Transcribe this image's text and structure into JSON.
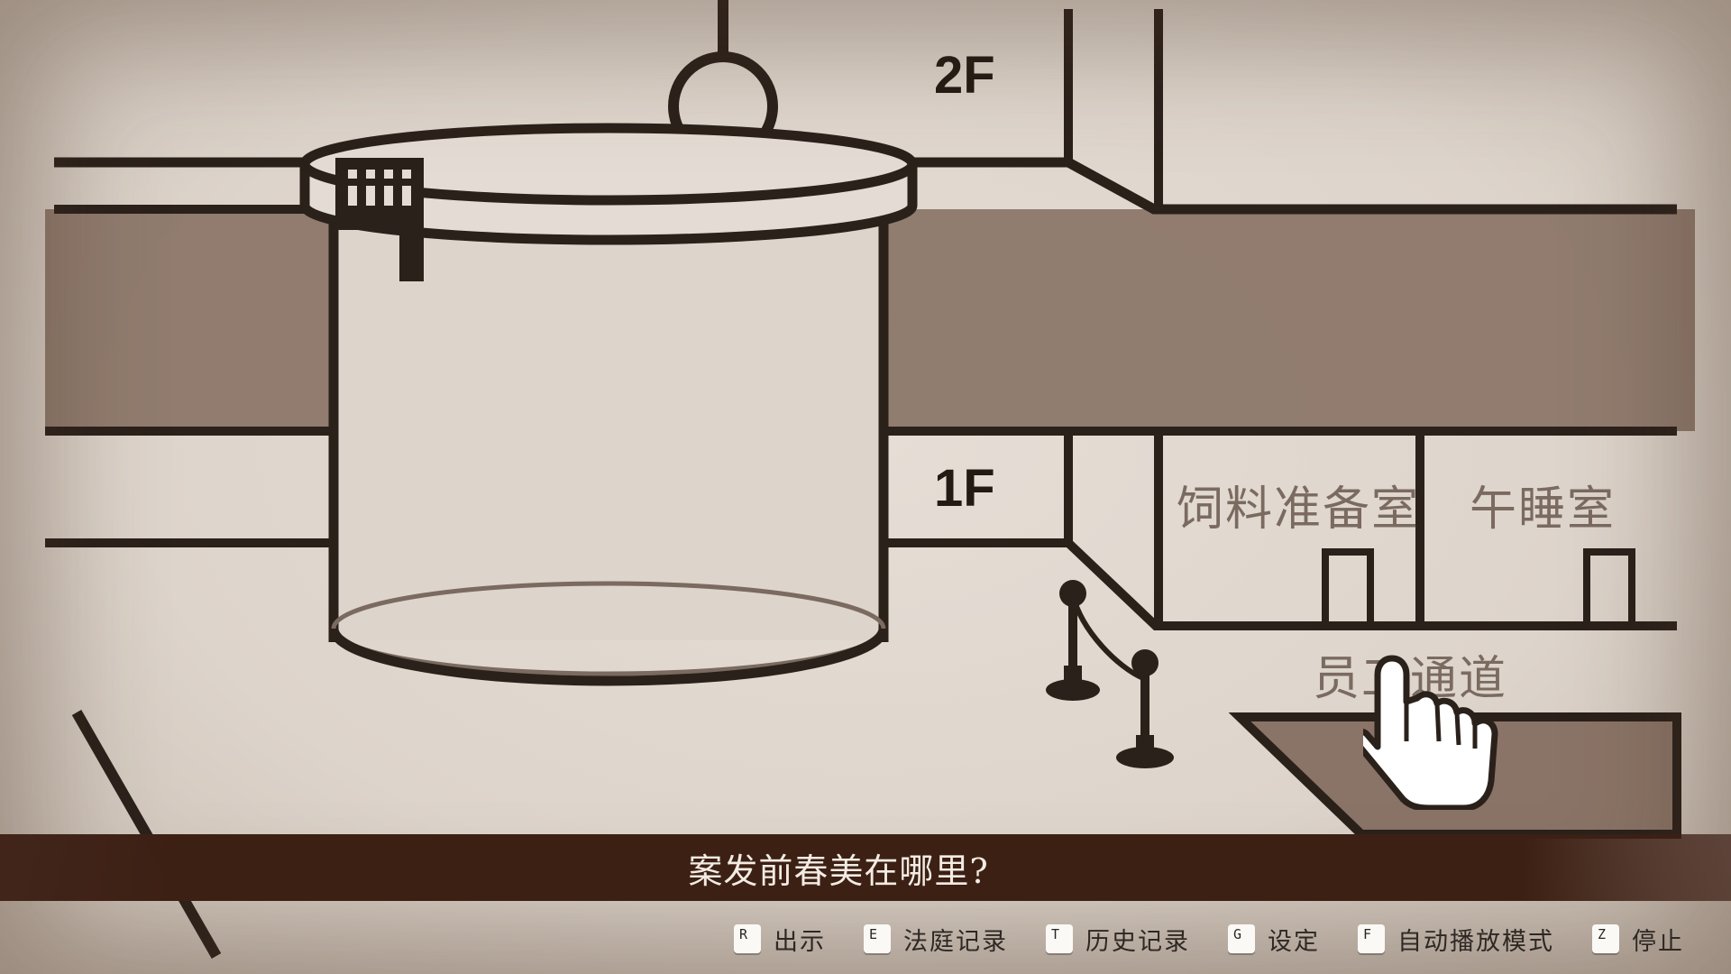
{
  "scene": {
    "floor_upper": "2F",
    "floor_lower": "1F",
    "rooms": [
      {
        "label": "饲料准备室"
      },
      {
        "label": "午睡室"
      }
    ],
    "corridor_label": "员工通道"
  },
  "question": "案发前春美在哪里?",
  "controls": [
    {
      "key": "R",
      "label": "出示"
    },
    {
      "key": "E",
      "label": "法庭记录"
    },
    {
      "key": "T",
      "label": "历史记录"
    },
    {
      "key": "G",
      "label": "设定"
    },
    {
      "key": "F",
      "label": "自动播放模式"
    },
    {
      "key": "Z",
      "label": "停止"
    }
  ],
  "colors": {
    "paper": "#ddd4cb",
    "ink": "#2b211b",
    "band": "#8a7467",
    "label": "#7a6a60",
    "question_bar": "#3d2014",
    "question_text": "#f3ece4"
  },
  "cursor_icon": "pointing-hand-icon"
}
